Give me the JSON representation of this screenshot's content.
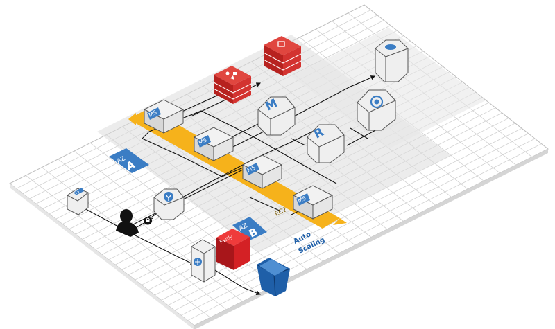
{
  "diagram": {
    "zones": {
      "az_a": {
        "prefix": "AZ",
        "letter": "A"
      },
      "az_b": {
        "prefix": "AZ",
        "letter": "B"
      }
    },
    "ec2_label": "EC2",
    "autoscaling": {
      "line1": "Auto",
      "line2": "Scaling"
    },
    "instance_label": "M5",
    "cdn_label": "Fastly",
    "storage_label": "S3",
    "db_master_letter": "M",
    "db_replica_letter": "R",
    "colors": {
      "orange": "#f6b21b",
      "blue": "#3b7dc4",
      "red": "#d93233",
      "gray_top": "#f2f2f2",
      "gray_side": "#d7d7d7",
      "gray_dark": "#b8b8b8",
      "shadow": "#e4e4e4",
      "navy": "#1f5fa8",
      "black": "#111111"
    },
    "icons": [
      "user-icon",
      "lock-icon",
      "elastic-load-balancer-icon",
      "s3-bucket-icon",
      "fastly-cdn-icon",
      "cloudfront-icon",
      "glacier-bucket-icon",
      "redis-cache-icon",
      "memcached-cache-icon",
      "rds-master-icon",
      "rds-replica-icon",
      "elasticsearch-icon",
      "simple-db-icon"
    ]
  }
}
